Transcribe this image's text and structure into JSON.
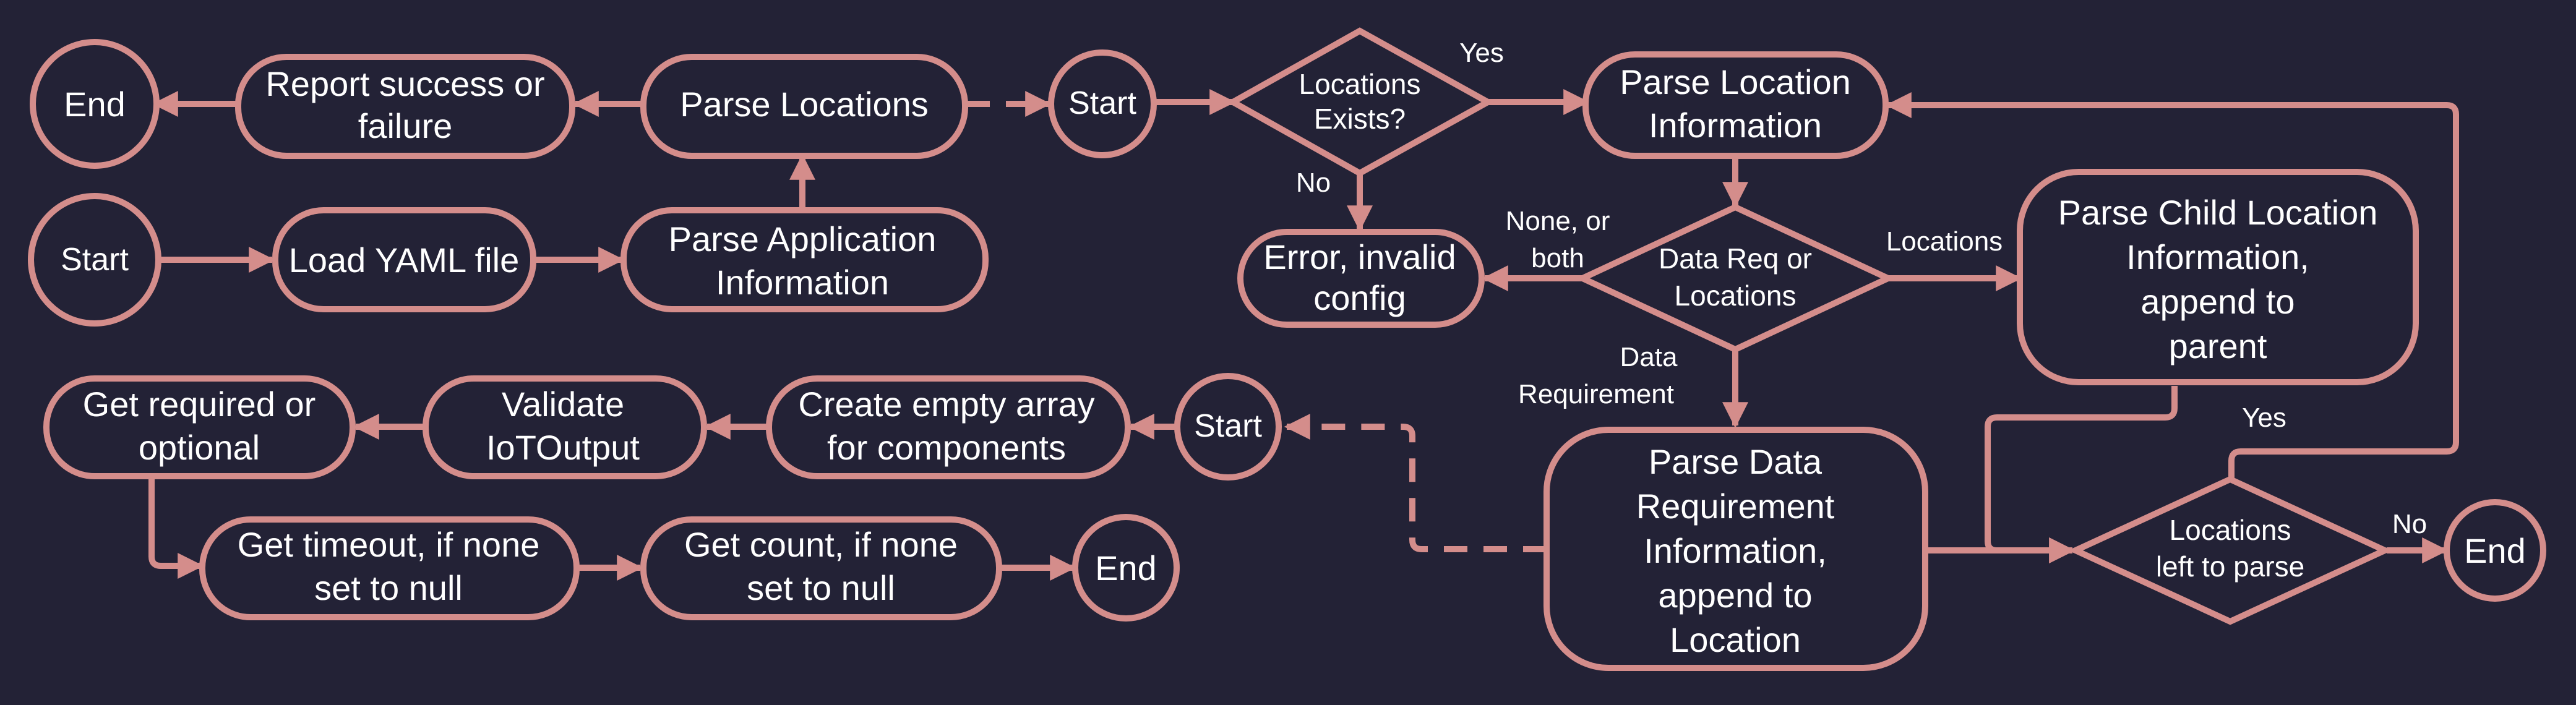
{
  "nodes": {
    "end_top_left": "End",
    "report_line1": "Report success or",
    "report_line2": "failure",
    "parse_locations": "Parse Locations",
    "start_top": "Start",
    "locations_exists_line1": "Locations",
    "locations_exists_line2": "Exists?",
    "parse_location_info_line1": "Parse Location",
    "parse_location_info_line2": "Information",
    "start_yaml": "Start",
    "load_yaml": "Load YAML file",
    "parse_app_line1": "Parse Application",
    "parse_app_line2": "Information",
    "error_line1": "Error, invalid",
    "error_line2": "config",
    "data_req_line1": "Data Req or",
    "data_req_line2": "Locations",
    "parse_child_line1": "Parse Child Location",
    "parse_child_line2": "Information,",
    "parse_child_line3": "append to",
    "parse_child_line4": "parent",
    "get_required_line1": "Get required or",
    "get_required_line2": "optional",
    "validate_line1": "Validate",
    "validate_line2": "IoTOutput",
    "create_array_line1": "Create empty array",
    "create_array_line2": "for components",
    "start_components": "Start",
    "parse_data_line1": "Parse Data",
    "parse_data_line2": "Requirement",
    "parse_data_line3": "Information,",
    "parse_data_line4": "append to",
    "parse_data_line5": "Location",
    "locations_left_line1": "Locations",
    "locations_left_line2": "left to parse",
    "end_right": "End",
    "get_timeout_line1": "Get timeout, if none",
    "get_timeout_line2": "set to null",
    "get_count_line1": "Get count, if none",
    "get_count_line2": "set to null",
    "end_bottom": "End"
  },
  "edge_labels": {
    "yes_exists": "Yes",
    "no_exists": "No",
    "none_or_both_line1": "None, or",
    "none_or_both_line2": "both",
    "locations": "Locations",
    "data_req_line1": "Data",
    "data_req_line2": "Requirement",
    "yes_left": "Yes",
    "no_left": "No"
  },
  "colors": {
    "background": "#232236",
    "stroke": "#d48d8b",
    "text": "#ffffff"
  }
}
